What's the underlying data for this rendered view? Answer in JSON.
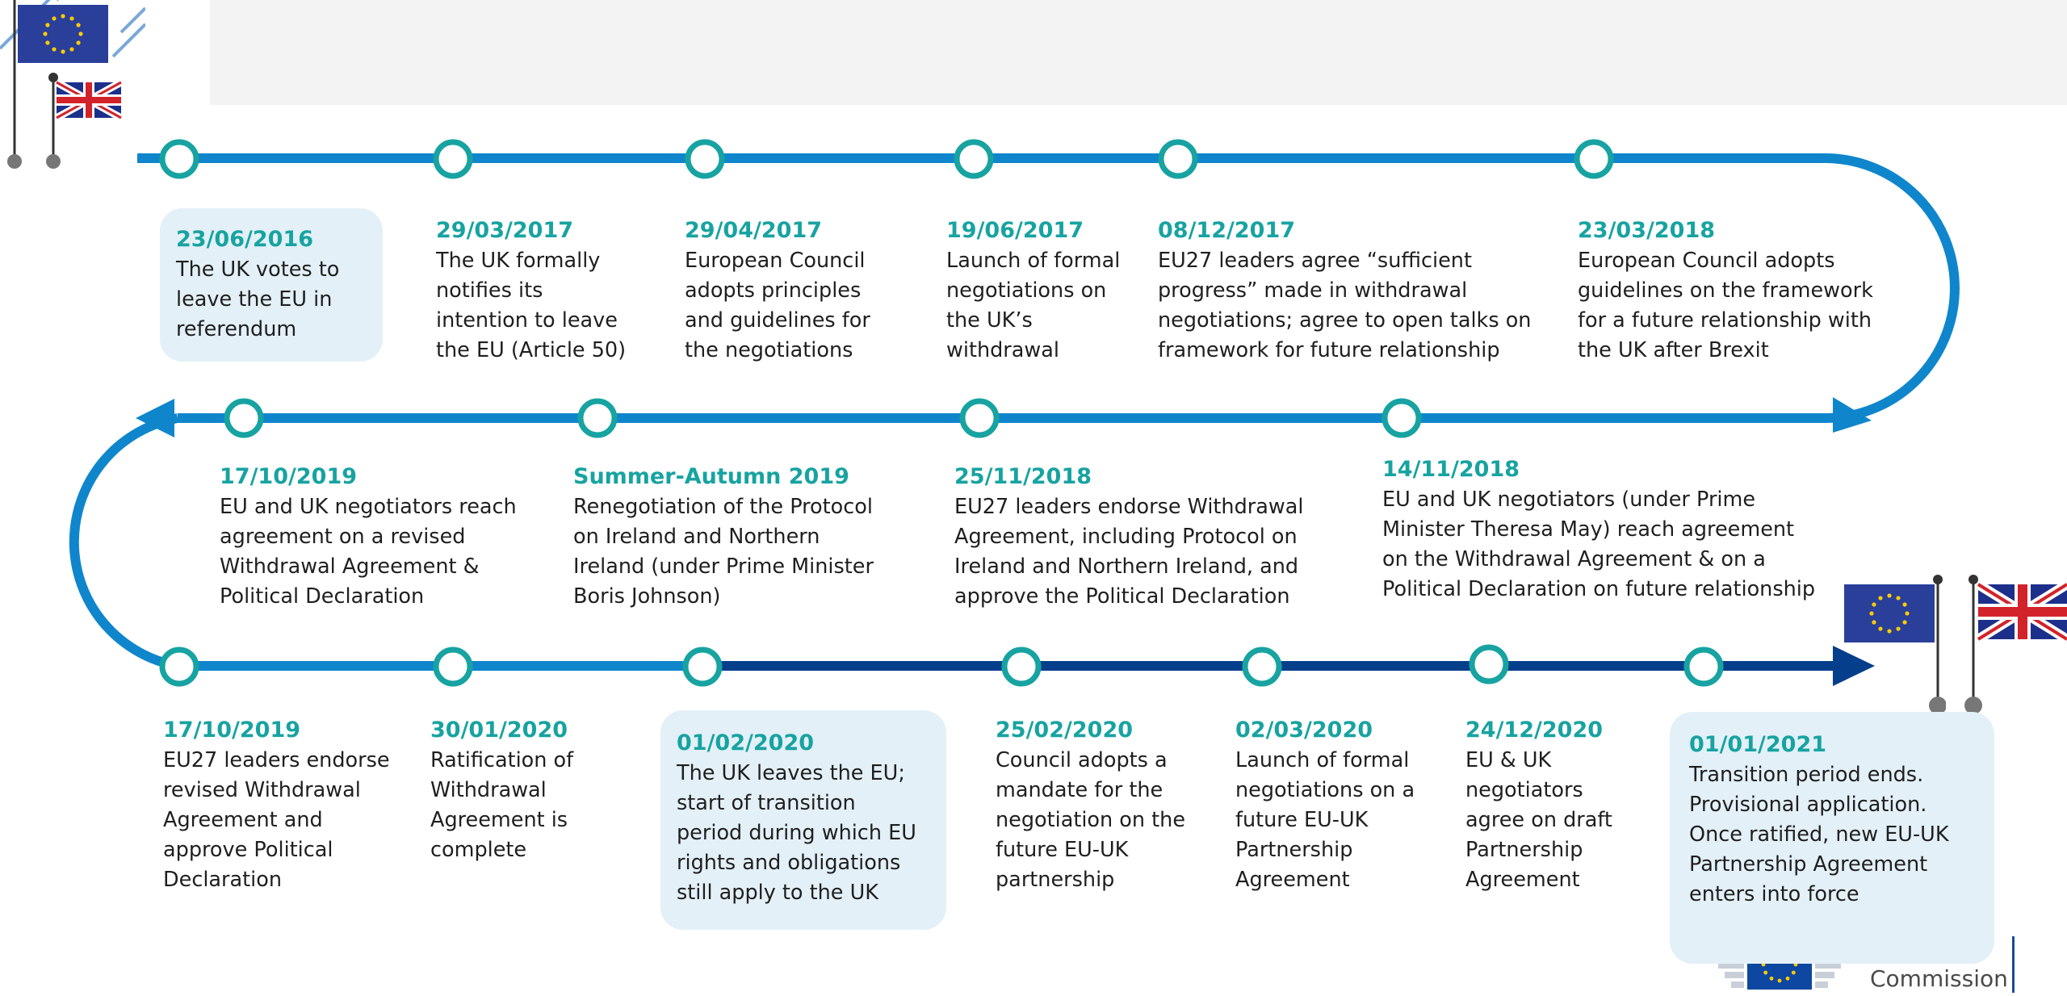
{
  "colors": {
    "track_light": "#0f86cc",
    "track_dark": "#053f8c",
    "node_stroke": "#17a3a1",
    "date": "#17a3a1",
    "box": "#e3f0f7",
    "eu_blue": "#2a3f9a",
    "eu_star": "#ffcc00"
  },
  "icons": {
    "eu_flag": "eu-flag-icon",
    "uk_flag": "uk-flag-icon",
    "commission_logo": "european-commission-logo"
  },
  "timeline": {
    "events": [
      {
        "date": "23/06/2016",
        "text": "The UK votes to\nleave the EU in\nreferendum"
      },
      {
        "date": "29/03/2017",
        "text": "The UK formally\nnotifies its\nintention to leave\nthe EU (Article 50)"
      },
      {
        "date": "29/04/2017",
        "text": "European Council\nadopts principles\nand guidelines for\nthe negotiations"
      },
      {
        "date": "19/06/2017",
        "text": "Launch of formal\nnegotiations on\nthe UK’s\nwithdrawal"
      },
      {
        "date": "08/12/2017",
        "text": "EU27 leaders agree “sufficient\nprogress” made in withdrawal\nnegotiations; agree to open talks on\nframework for future relationship"
      },
      {
        "date": "23/03/2018",
        "text": "European Council adopts\nguidelines on the framework\nfor a future relationship with\nthe UK after Brexit"
      },
      {
        "date": "14/11/2018",
        "text": "EU and UK negotiators (under Prime\nMinister Theresa May) reach agreement\non the Withdrawal Agreement & on a\nPolitical Declaration on future relationship"
      },
      {
        "date": "25/11/2018",
        "text": "EU27 leaders endorse Withdrawal\nAgreement, including Protocol on\nIreland and Northern Ireland, and\napprove the Political Declaration"
      },
      {
        "date": "Summer-Autumn 2019",
        "text": "Renegotiation of the Protocol\non Ireland and Northern\nIreland (under Prime Minister\nBoris Johnson)"
      },
      {
        "date": "17/10/2019",
        "text": "EU and UK negotiators reach\nagreement on a revised\nWithdrawal Agreement &\nPolitical Declaration"
      },
      {
        "date": "17/10/2019",
        "text": "EU27 leaders endorse\nrevised Withdrawal\nAgreement and\napprove Political\nDeclaration"
      },
      {
        "date": "30/01/2020",
        "text": "Ratification of\nWithdrawal\nAgreement is\ncomplete"
      },
      {
        "date": "01/02/2020",
        "text": "The UK leaves the EU;\nstart of transition\nperiod during which EU\nrights and obligations\nstill apply to the UK"
      },
      {
        "date": "25/02/2020",
        "text": "Council adopts a\nmandate for the\nnegotiation on the\nfuture EU-UK\npartnership"
      },
      {
        "date": "02/03/2020",
        "text": "Launch of formal\nnegotiations on a\nfuture EU-UK\nPartnership\nAgreement"
      },
      {
        "date": "24/12/2020",
        "text": "EU & UK\nnegotiators\nagree on draft\nPartnership\nAgreement"
      },
      {
        "date": "01/01/2021",
        "text": "Transition period ends.\nProvisional application.\nOnce ratified, new EU-UK\nPartnership Agreement\nenters into force"
      }
    ]
  },
  "footer": {
    "logo_text": "European\nCommission"
  }
}
